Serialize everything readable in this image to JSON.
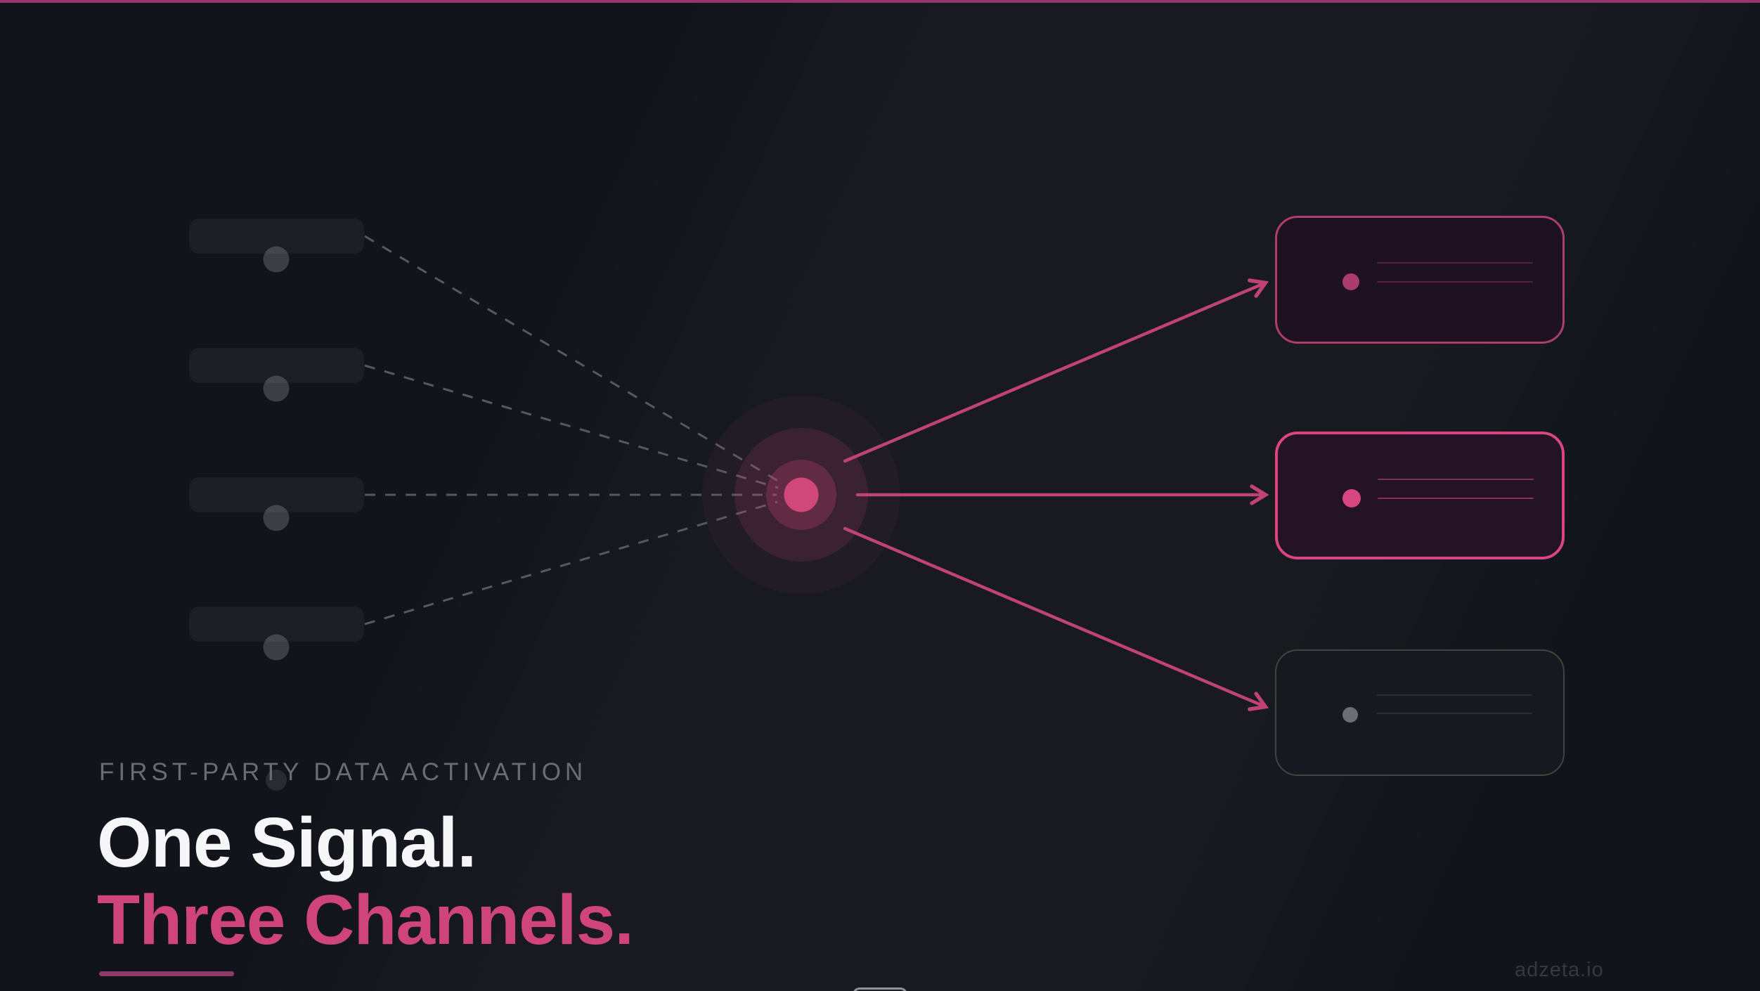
{
  "page": {
    "kicker": "FIRST-PARTY DATA ACTIVATION",
    "headline_line1": "One Signal.",
    "headline_line2": "Three Channels.",
    "watermark": "adzeta.io"
  },
  "diagram": {
    "source_pills": [
      "signal-source-1",
      "signal-source-2",
      "signal-source-3",
      "signal-source-4"
    ],
    "faded_source_dot": "signal-source-5",
    "hub": "signal-hub",
    "channel_cards": [
      {
        "id": "channel-card-1",
        "style": "outlined-pink"
      },
      {
        "id": "channel-card-2",
        "style": "highlighted-pink"
      },
      {
        "id": "channel-card-3",
        "style": "muted-gray"
      }
    ]
  },
  "colors": {
    "bg": "#12141b",
    "top_bar": "#93386a",
    "accent": "#d84680",
    "accent_mid": "#c04375",
    "accent_dim": "#ad3d6e",
    "hub_dot": "#d04779",
    "headline_white": "#f6f6f8",
    "headline_pink": "#cf457b",
    "kicker_gray": "#686c73",
    "underline_pink": "#8e3a67",
    "pill_dot": "#3b3e45",
    "dash_gray": "#5c606a",
    "muted_border": "#40443e",
    "muted_dot": "#6b6f74",
    "watermark_gray": "#343841"
  }
}
